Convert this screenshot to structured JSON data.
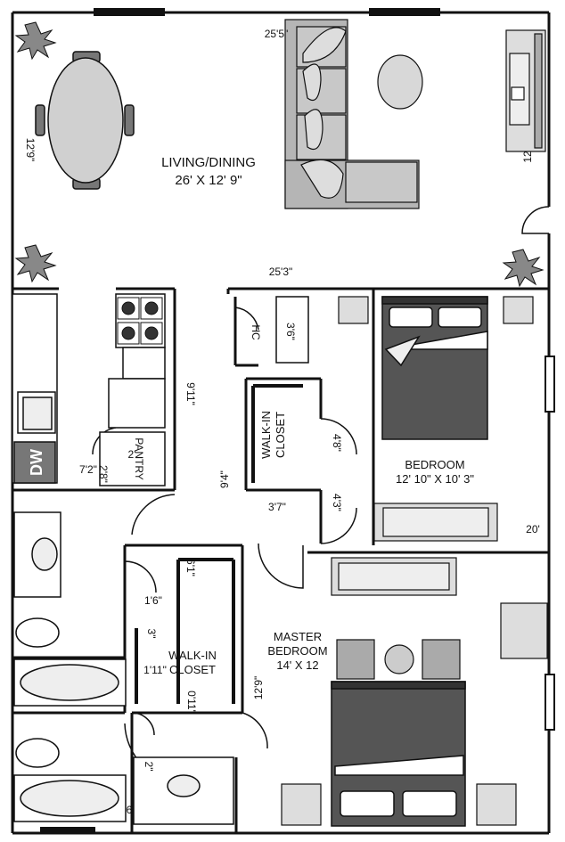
{
  "rooms": {
    "living": {
      "name": "LIVING/DINING",
      "size": "26' X 12' 9\""
    },
    "bedroom": {
      "name": "BEDROOM",
      "size": "12' 10\" X 10' 3\""
    },
    "master": {
      "name": "MASTER",
      "name2": "BEDROOM",
      "size": "14' X 12"
    },
    "walkin1": {
      "line1": "WALK-IN",
      "line2": "CLOSET"
    },
    "walkin2": {
      "line1": "WALK-IN",
      "line2": "CLOSET"
    },
    "hc": "HC",
    "pantry": "PANTRY",
    "dw": "DW"
  },
  "dimensions": {
    "top_25_5": "25'5\"",
    "living_12_9": "12'9\"",
    "living_12_right": "12",
    "bottom_25_3": "25'3\"",
    "d_3_6": "3'6\"",
    "d_9_11": "9'11\"",
    "d_2": "2'",
    "d_7_2": "7'2\"",
    "d_2_8": "2'8\"",
    "d_9_4": "9'4\"",
    "d_4_8": "4'8\"",
    "d_3_7": "3'7\"",
    "d_4_3": "4'3\"",
    "d_20": "20'",
    "d_6_1": "6'1\"",
    "d_1_6": "1'6\"",
    "d_3": "3\"",
    "d_1_11": "1'11\"",
    "d_0_11": "0'11\"",
    "d_12_9": "12'9\"",
    "d_2b": "2\"",
    "d_6": "6"
  }
}
